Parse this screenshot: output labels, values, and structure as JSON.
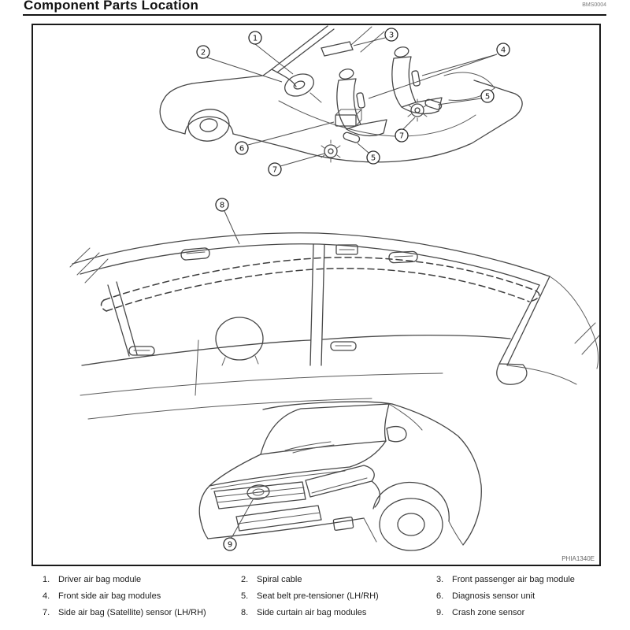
{
  "header": {
    "title": "Component Parts Location",
    "doc_code": "BMS0004"
  },
  "figure": {
    "code": "PHIA1340E",
    "callouts": {
      "c1": "1",
      "c2": "2",
      "c3": "3",
      "c4": "4",
      "c5": "5",
      "c6": "6",
      "c7": "7",
      "c8": "8",
      "c9": "9"
    }
  },
  "legend": {
    "items": [
      {
        "num": "1.",
        "label": "Driver air bag module"
      },
      {
        "num": "2.",
        "label": "Spiral cable"
      },
      {
        "num": "3.",
        "label": "Front passenger air bag module"
      },
      {
        "num": "4.",
        "label": "Front side air bag modules"
      },
      {
        "num": "5.",
        "label": "Seat belt pre-tensioner (LH/RH)"
      },
      {
        "num": "6.",
        "label": "Diagnosis sensor unit"
      },
      {
        "num": "7.",
        "label": "Side air bag (Satellite) sensor (LH/RH)"
      },
      {
        "num": "8.",
        "label": "Side curtain air bag modules"
      },
      {
        "num": "9.",
        "label": "Crash zone sensor"
      }
    ]
  }
}
